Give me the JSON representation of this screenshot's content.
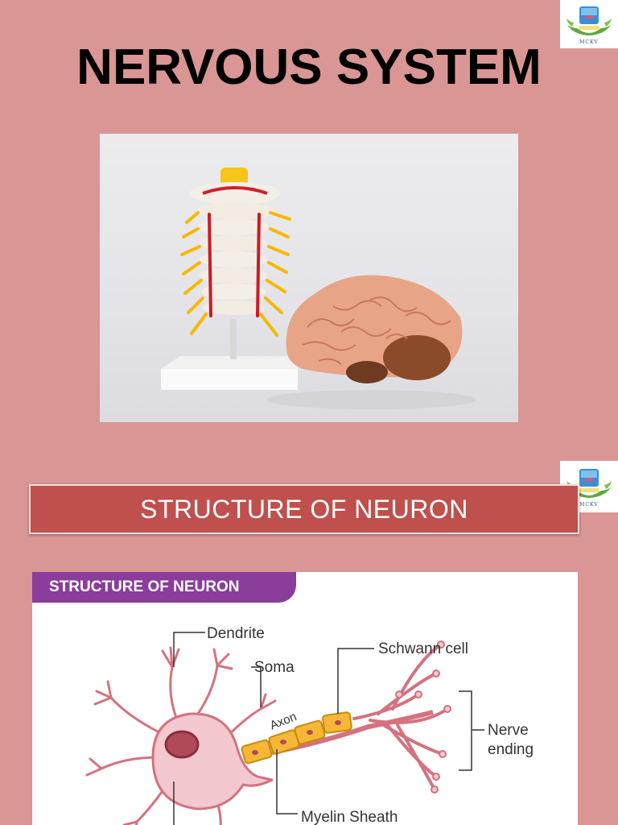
{
  "slide1": {
    "title": "NERVOUS SYSTEM",
    "logo": {
      "text": "MCKV",
      "icon": "college-emblem-icon"
    },
    "photo": {
      "subject": "spine-and-brain-model"
    }
  },
  "slide2": {
    "banner_title": "STRUCTURE OF NEURON",
    "logo": {
      "text": "MCKV",
      "icon": "college-emblem-icon"
    },
    "diagram": {
      "heading": "STRUCTURE OF NEURON",
      "labels": {
        "dendrite": "Dendrite",
        "soma": "Soma",
        "axon": "Axon",
        "schwann": "Schwann cell",
        "nerve_ending_line1": "Nerve",
        "nerve_ending_line2": "ending",
        "myelin": "Myelin Sheath"
      },
      "colors": {
        "heading_bg": "#8a3d9a",
        "neuron": "#f3c8cf",
        "neuron_outline": "#d4727f",
        "nucleus": "#b04a5a",
        "myelin": "#f5b836"
      }
    }
  },
  "theme": {
    "slide_bg": "#d99694",
    "banner_bg": "#c0504d"
  }
}
